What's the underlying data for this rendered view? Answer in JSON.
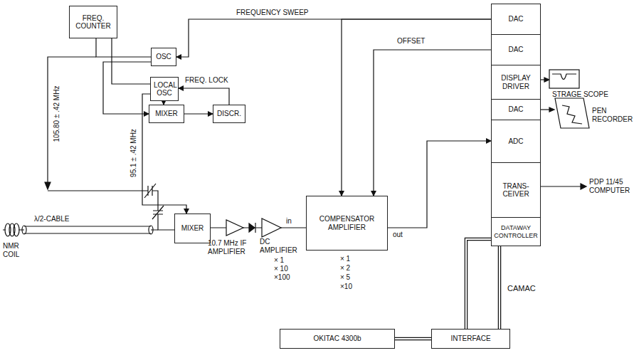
{
  "diagram": {
    "nodes": [
      {
        "text": [
          "FREQ. COUNTER"
        ]
      },
      {
        "text": [
          "OSC"
        ]
      },
      {
        "text": [
          "LOCAL OSC"
        ]
      },
      {
        "text": [
          "MIXER"
        ]
      },
      {
        "text": [
          "DISCR."
        ]
      },
      {
        "text": [
          "MIXER"
        ]
      },
      {
        "text": [
          "COMPENSATOR AMPLIFIER"
        ]
      },
      {
        "text": [
          "CAMAC"
        ]
      },
      {
        "text": [
          "DAC"
        ],
        "in": 7
      },
      {
        "text": [
          "DAC"
        ],
        "in": 7
      },
      {
        "text": [
          "DISPLAY DRIVER"
        ],
        "in": 7
      },
      {
        "text": [
          "DAC"
        ],
        "in": 7
      },
      {
        "text": [
          "ADC"
        ],
        "in": 7
      },
      {
        "text": [
          "TRANS- CEIVER"
        ],
        "in": 7
      },
      {
        "text": [
          "DATAWAY CONTROLLER"
        ],
        "in": 7
      },
      {
        "text": [
          "OKITAC 4300b"
        ]
      },
      {
        "text": [
          "INTERFACE"
        ]
      }
    ],
    "edges": [
      {
        "from": 8,
        "to": 1,
        "label": "FREQUENCY SWEEP",
        "arrow": "to"
      },
      {
        "from": 8,
        "to": 6,
        "arrow": "to"
      },
      {
        "from": 9,
        "to": 6,
        "label": "OFFSET",
        "arrow": "to"
      },
      {
        "from": 1,
        "to": 0,
        "arrow": "none"
      },
      {
        "from": 2,
        "to": 0,
        "arrow": "none"
      },
      {
        "from": 1,
        "to": 3,
        "arrow": "to"
      },
      {
        "from": 2,
        "to": 3,
        "arrow": "to"
      },
      {
        "from": 3,
        "to": 4,
        "arrow": "to"
      },
      {
        "from": 4,
        "to": 2,
        "label": "FREQ. LOCK",
        "arrow": "to"
      },
      {
        "from": 2,
        "to": 5,
        "arrow": "to"
      },
      {
        "from": 5,
        "to": 6,
        "arrow": "none"
      },
      {
        "from": 6,
        "to": 12,
        "arrow": "to"
      },
      {
        "from": 14,
        "to": 16,
        "arrow": "none"
      },
      {
        "from": 15,
        "to": 16,
        "arrow": "none"
      },
      {
        "from": 7,
        "to": 16,
        "arrow": "none"
      }
    ],
    "labels": [
      "NMR COIL",
      "λ/2-CABLE",
      "105.80 ± .42 MHz",
      "95.1 ± .42 MHz",
      "10.7 MHz IF AMPLIFIER",
      "DC AMPLIFIER",
      "× 1",
      "× 10",
      "×100",
      "in",
      "× 1",
      "× 2",
      "× 5",
      "×10",
      "out",
      "STRAGE SCOPE",
      "PEN RECORDER",
      "PDP 11/45 COMPUTER"
    ]
  }
}
